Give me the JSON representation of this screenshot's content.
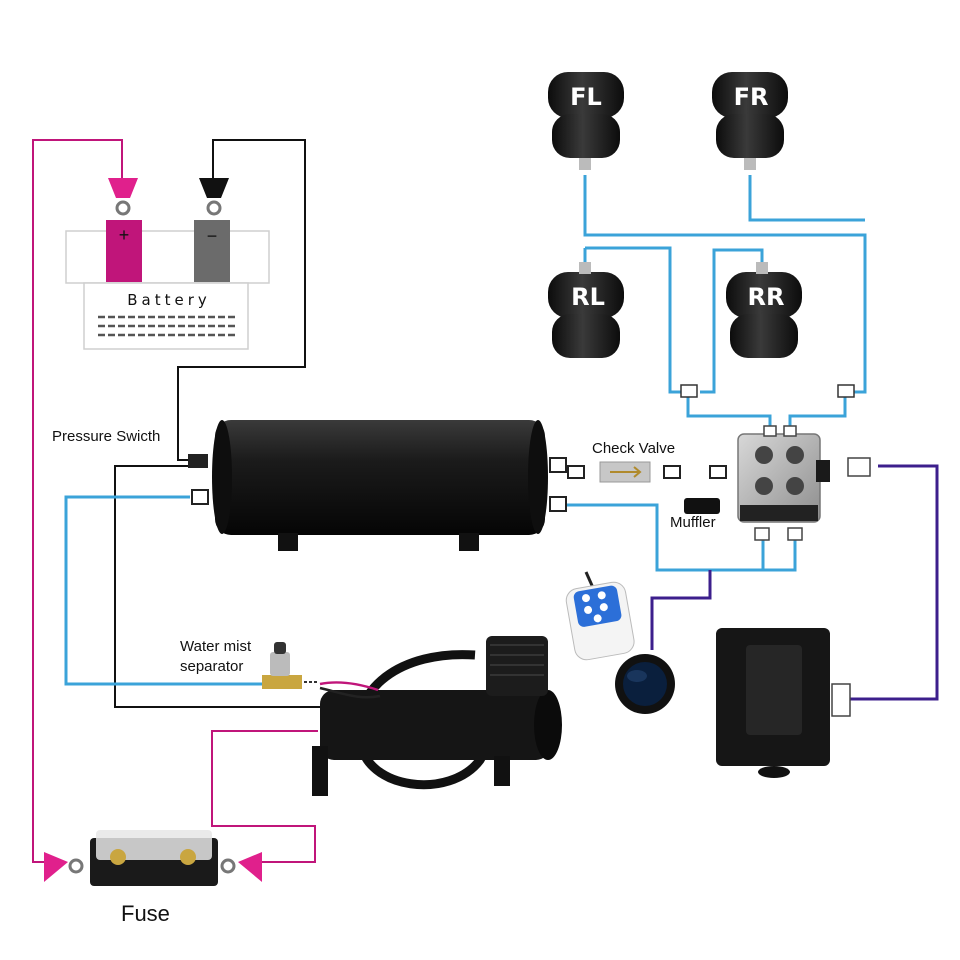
{
  "labels": {
    "battery": "Battery",
    "pressure_switch": "Pressure Swicth",
    "check_valve": "Check Valve",
    "muffler": "Muffler",
    "water_mist_line1": "Water mist",
    "water_mist_line2": "separator",
    "fuse": "Fuse"
  },
  "air_bags": {
    "front_left": "FL",
    "front_right": "FR",
    "rear_left": "RL",
    "rear_right": "RR"
  },
  "battery_terminals": {
    "positive": "+",
    "negative": "−"
  },
  "colors": {
    "air_line": "#3ba3d9",
    "positive_wire": "#c0157a",
    "negative_wire": "#111111",
    "control_wire": "#3c1f8c",
    "terminal_magenta": "#e0208c",
    "component_black": "#1a1a1a"
  }
}
